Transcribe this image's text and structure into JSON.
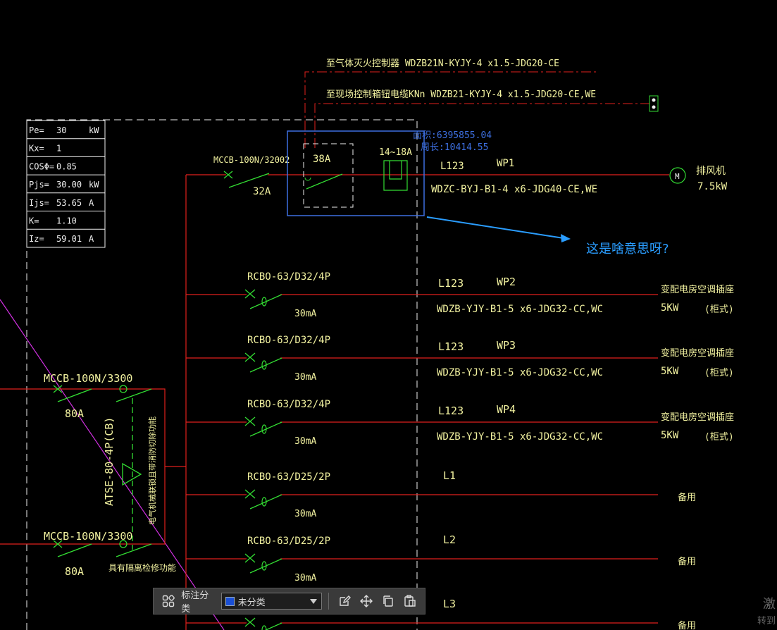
{
  "drawing": {
    "top_notes": {
      "fire_link": "至气体灭火控制器 WDZB21N-KYJY-4 x1.5-JDG20-CE",
      "control_link": "至现场控制箱钮电缆KNn WDZB21-KYJY-4 x1.5-JDG20-CE,WE"
    },
    "load_table": [
      {
        "label": "Pe=",
        "value": "30",
        "unit": "kW"
      },
      {
        "label": "Kx=",
        "value": "1",
        "unit": ""
      },
      {
        "label": "COSΦ=",
        "value": "0.85",
        "unit": ""
      },
      {
        "label": "Pjs=",
        "value": "30.00",
        "unit": "kW"
      },
      {
        "label": "Ijs=",
        "value": "53.65",
        "unit": "A"
      },
      {
        "label": "K=",
        "value": "1.10",
        "unit": ""
      },
      {
        "label": "Iz=",
        "value": "59.01",
        "unit": "A"
      }
    ],
    "measure": {
      "area": "面积:6395855.04",
      "perimeter": "周长:10414.55"
    },
    "annotation_question": "这是啥意思呀?",
    "circuits": [
      {
        "breaker": "MCCB-100N/32002",
        "rating": "32A",
        "contactor": "38A",
        "relay": "14~18A",
        "phase": "L123",
        "id": "WP1",
        "cable": "WDZC-BYJ-B1-4 x6-JDG40-CE,WE",
        "load": "排风机",
        "power": "7.5kW",
        "note": "M"
      },
      {
        "breaker": "RCBO-63/D32/4P",
        "rating": "30mA",
        "phase": "L123",
        "id": "WP2",
        "cable": "WDZB-YJY-B1-5 x6-JDG32-CC,WC",
        "load": "变配电房空调插座",
        "power": "5KW",
        "note": "(柜式)"
      },
      {
        "breaker": "RCBO-63/D32/4P",
        "rating": "30mA",
        "phase": "L123",
        "id": "WP3",
        "cable": "WDZB-YJY-B1-5 x6-JDG32-CC,WC",
        "load": "变配电房空调插座",
        "power": "5KW",
        "note": "(柜式)"
      },
      {
        "breaker": "RCBO-63/D32/4P",
        "rating": "30mA",
        "phase": "L123",
        "id": "WP4",
        "cable": "WDZB-YJY-B1-5 x6-JDG32-CC,WC",
        "load": "变配电房空调插座",
        "power": "5KW",
        "note": "(柜式)"
      },
      {
        "breaker": "RCBO-63/D25/2P",
        "rating": "30mA",
        "phase": "L1",
        "id": "",
        "cable": "",
        "load": "备用",
        "power": "",
        "note": ""
      },
      {
        "breaker": "RCBO-63/D25/2P",
        "rating": "30mA",
        "phase": "L2",
        "id": "",
        "cable": "",
        "load": "备用",
        "power": "",
        "note": ""
      },
      {
        "breaker": "",
        "rating": "",
        "phase": "L3",
        "id": "",
        "cable": "",
        "load": "备用",
        "power": "",
        "note": ""
      }
    ],
    "incoming": {
      "breaker1": "MCCB-100N/3300",
      "rating1": "80A",
      "breaker2": "MCCB-100N/3300",
      "rating2": "80A",
      "ats": "ATSE-80-4P(CB)",
      "ats_note": "电气机械联锁且带消防切除功能",
      "bypass_note": "具有隔离检修功能"
    }
  },
  "toolbar": {
    "label": "标注分类",
    "selected": "未分类",
    "icons": [
      "grid-icon",
      "edit-icon",
      "move-icon",
      "copy-icon",
      "paste-icon"
    ]
  },
  "watermark": {
    "line1": "激",
    "line2": "转到"
  },
  "colors": {
    "red": "#e0201c",
    "yellow": "#f2f2a0",
    "green": "#33dd33",
    "white": "#f0f0f0",
    "blue": "#3d6fe0",
    "magenta": "#d030e0",
    "cyan": "#2a9dff"
  }
}
